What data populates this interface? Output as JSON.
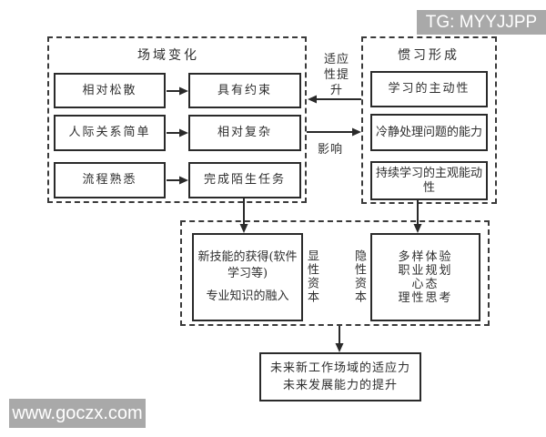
{
  "watermarks": {
    "top_right": "TG: MYYJJPP",
    "bottom_left": "www.goczx.com"
  },
  "colors": {
    "background": "#ffffff",
    "line": "#2a2a2a",
    "dashed_border": "#3a3a3a",
    "text": "#2e2e2e",
    "watermark_bg": "#a9a9a9",
    "watermark_text": "#ffffff"
  },
  "diagram": {
    "left_group": {
      "title": "场域变化",
      "rows": [
        {
          "from": "相对松散",
          "to": "具有约束"
        },
        {
          "from": "人际关系简单",
          "to": "相对复杂"
        },
        {
          "from": "流程熟悉",
          "to": "完成陌生任务"
        }
      ]
    },
    "right_group": {
      "title": "惯习形成",
      "items": [
        "学习的主动性",
        "冷静处理问题的能力",
        "持续学习的主观能动性"
      ]
    },
    "middle": {
      "up_label": "适应性提升",
      "down_label": "影响"
    },
    "capital_group": {
      "left_box": {
        "line1": "新技能的获得(软件",
        "line2": "学习等)",
        "line3": "专业知识的融入"
      },
      "left_label": "显性资本",
      "right_label": "隐性资本",
      "right_box": {
        "line1": "多样体验",
        "line2": "职业规划",
        "line3": "心态",
        "line4": "理性思考"
      }
    },
    "outcome_box": {
      "line1": "未来新工作场域的适应力",
      "line2": "未来发展能力的提升"
    }
  }
}
